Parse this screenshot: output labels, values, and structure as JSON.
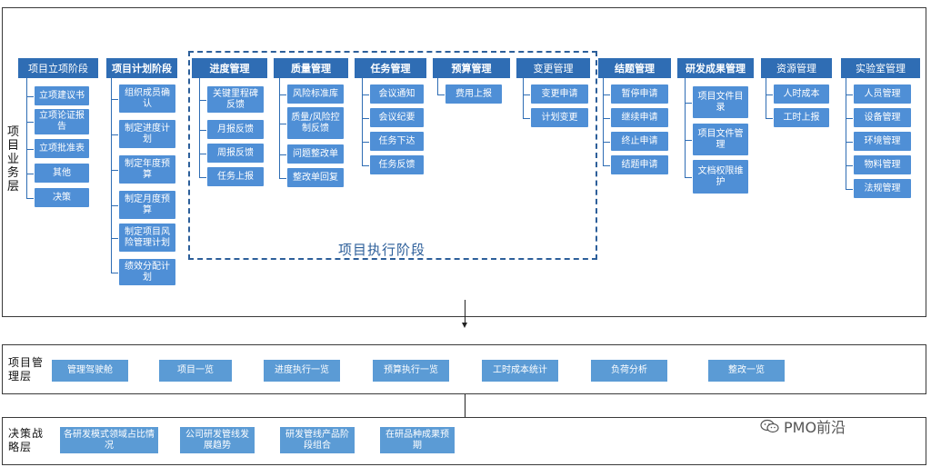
{
  "layers": {
    "business": "项目业务层",
    "management": "项目管理层",
    "strategy": "决策战略层"
  },
  "execution_phase_label": "项目执行阶段",
  "columns": [
    {
      "title": "项目立项阶段",
      "items": [
        "立项建议书",
        "立项论证报告",
        "立项批准表",
        "其他",
        "决策"
      ]
    },
    {
      "title": "项目计划阶段",
      "items": [
        "组织成员确认",
        "制定进度计划",
        "制定年度预算",
        "制定月度预算",
        "制定项目风险管理计划",
        "绩效分配计划"
      ]
    },
    {
      "title": "进度管理",
      "items": [
        "关键里程碑反馈",
        "月报反馈",
        "周报反馈",
        "任务上报"
      ]
    },
    {
      "title": "质量管理",
      "items": [
        "风险标准库",
        "质量/风险控制反馈",
        "问题整改单",
        "整改单回复"
      ]
    },
    {
      "title": "任务管理",
      "items": [
        "会议通知",
        "会议纪要",
        "任务下达",
        "任务反馈"
      ]
    },
    {
      "title": "预算管理",
      "items": [
        "费用上报"
      ]
    },
    {
      "title": "变更管理",
      "items": [
        "变更申请",
        "计划变更"
      ]
    },
    {
      "title": "结题管理",
      "items": [
        "暂停申请",
        "继续申请",
        "终止申请",
        "结题申请"
      ]
    },
    {
      "title": "研发成果管理",
      "items": [
        "项目文件目录",
        "项目文件管理",
        "文档权限维护"
      ]
    },
    {
      "title": "资源管理",
      "items": [
        "人时成本",
        "工时上报"
      ]
    },
    {
      "title": "实验室管理",
      "items": [
        "人员管理",
        "设备管理",
        "环境管理",
        "物料管理",
        "法规管理"
      ]
    }
  ],
  "management_items": [
    "管理驾驶舱",
    "项目一览",
    "进度执行一览",
    "预算执行一览",
    "工时成本统计",
    "负荷分析",
    "整改一览"
  ],
  "strategy_items": [
    "各研发模式领域占比情况",
    "公司研发管线发展趋势",
    "研发管线产品阶段组合",
    "在研品种成果预期"
  ],
  "watermark": "PMO前沿"
}
